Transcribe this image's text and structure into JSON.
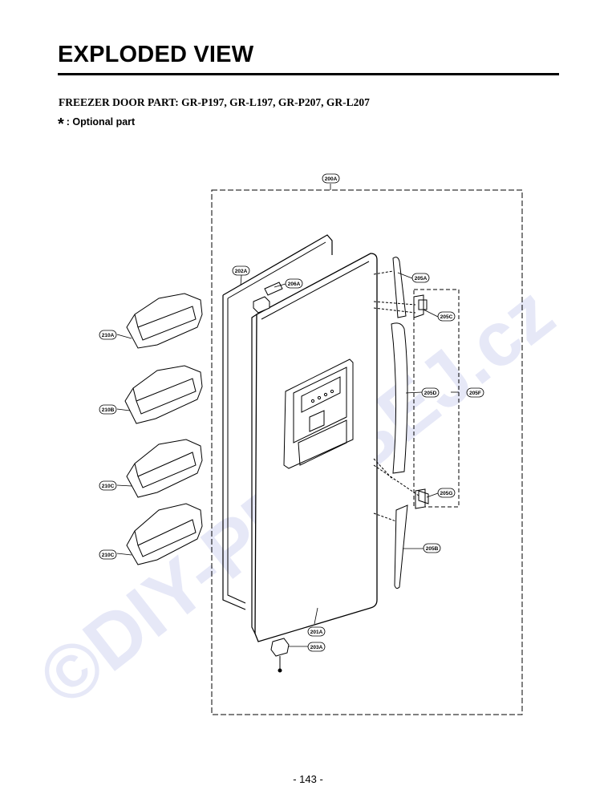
{
  "header": {
    "title": "EXPLODED VIEW",
    "subtitle": "FREEZER DOOR PART: GR-P197, GR-L197, GR-P207, GR-L207",
    "note_symbol": "*",
    "note_text": ": Optional part"
  },
  "watermark": "©DIY-PROBEJ.cz",
  "parts": {
    "p200A": "200A",
    "p202A": "202A",
    "p206A": "206A",
    "p205A": "205A",
    "p205C": "205C",
    "p210A": "210A",
    "p210B": "210B",
    "p205D": "205D",
    "p205F": "205F",
    "p210C_1": "210C",
    "p205G": "205G",
    "p210C_2": "210C",
    "p205B": "205B",
    "p201A": "201A",
    "p203A": "203A"
  },
  "footer": {
    "page_number": "- 143 -"
  }
}
